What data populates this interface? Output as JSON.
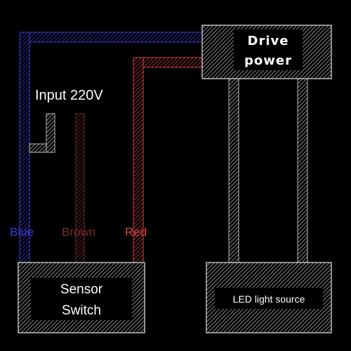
{
  "diagram": {
    "input_label": "Input 220V",
    "wires": {
      "blue": {
        "label": "Blue",
        "color": "#3b3bd6"
      },
      "brown": {
        "label": "Brown",
        "color": "#7a2a2a"
      },
      "red": {
        "label": "Red",
        "color": "#d84040"
      }
    },
    "drive_power": {
      "line1": "Drive",
      "line2": "power"
    },
    "sensor_switch": {
      "line1": "Sensor",
      "line2": "Switch"
    },
    "led_source": {
      "label": "LED light source"
    },
    "hatch_color": "#bdbdbd",
    "background": "#000000"
  }
}
